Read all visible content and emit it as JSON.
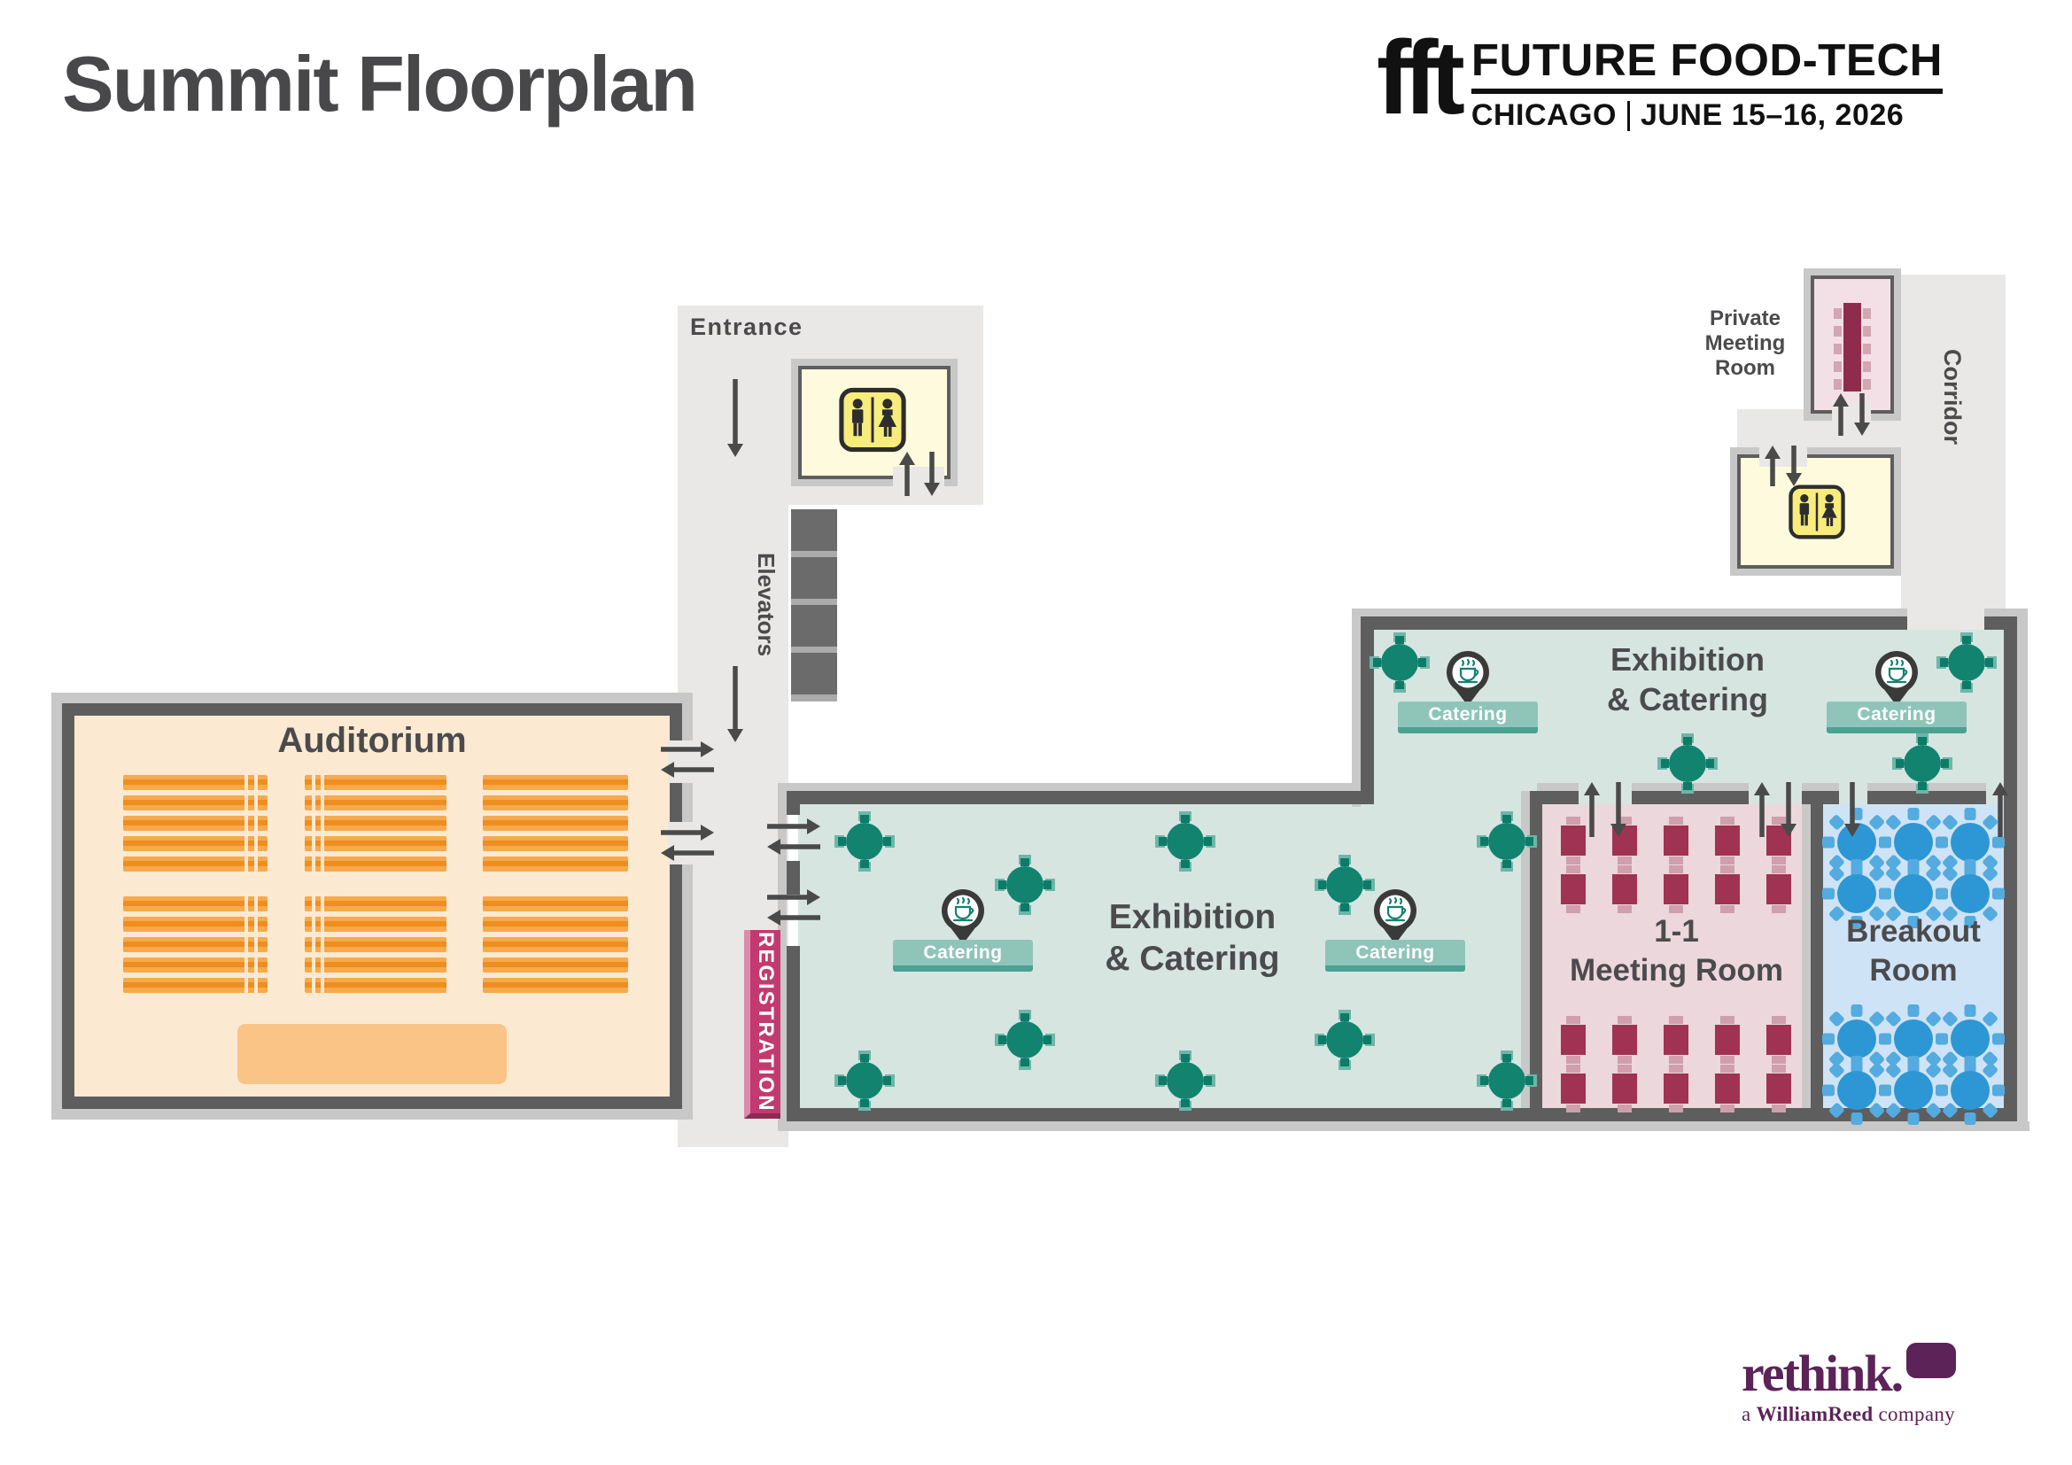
{
  "page": {
    "title": "Summit Floorplan"
  },
  "brand": {
    "logo": "fft",
    "name": "FUTURE FOOD-TECH",
    "city": "CHICAGO",
    "dates": "JUNE 15–16, 2026"
  },
  "rooms": {
    "auditorium": {
      "label": "Auditorium"
    },
    "exhibition_lower": {
      "line1": "Exhibition",
      "line2": "& Catering"
    },
    "exhibition_upper": {
      "line1": "Exhibition",
      "line2": "& Catering"
    },
    "meeting_room": {
      "line1": "1-1",
      "line2": "Meeting Room"
    },
    "breakout_room": {
      "line1": "Breakout",
      "line2": "Room"
    },
    "private_meeting_room": {
      "line1": "Private",
      "line2": "Meeting",
      "line3": "Room"
    }
  },
  "wayfinding": {
    "entrance": "Entrance",
    "elevators": "Elevators",
    "registration": "REGISTRATION",
    "corridor": "Corridor",
    "catering": "Catering"
  },
  "footer": {
    "logo": "rethink.",
    "tagline_prefix": "a ",
    "tagline_bold": "WilliamReed",
    "tagline_suffix": " company"
  },
  "icons": {
    "restroom": "restroom-sign-icon",
    "catering_pin": "catering-location-pin-icon",
    "direction": "direction-arrow-icon"
  },
  "colors": {
    "wall": "#5e5e5e",
    "wall_outer": "#c8c8c8",
    "corridor": "#e9e8e6",
    "auditorium_fill": "#fce9d2",
    "seat_orange": "#f6a94d",
    "seat_stripe": "#ee8e20",
    "stage": "#f9c485",
    "hall_fill": "#d6e5e0",
    "table_teal": "#12836f",
    "chair_teal_light": "#6fb5a8",
    "chair_teal_dark": "#0c7c69",
    "meeting_fill": "#ecd7dc",
    "meeting_table": "#a03253",
    "meeting_chair": "#cf9fae",
    "breakout_fill": "#cfe3f6",
    "breakout_table": "#2d97d5",
    "breakout_chair": "#54abdf",
    "private_fill": "#f3e0e6",
    "private_table": "#8f2c4e",
    "private_chair": "#d4a5b2",
    "restroom_fill": "#fdfade",
    "restroom_icon_bg": "#f8ec7d",
    "registration": "#c23a6f",
    "catering_bar": "#8fc5b9",
    "arrow": "#4a4a4a",
    "text": "#4b4b4d",
    "brand_black": "#111111",
    "rethink_purple": "#5c2358"
  }
}
